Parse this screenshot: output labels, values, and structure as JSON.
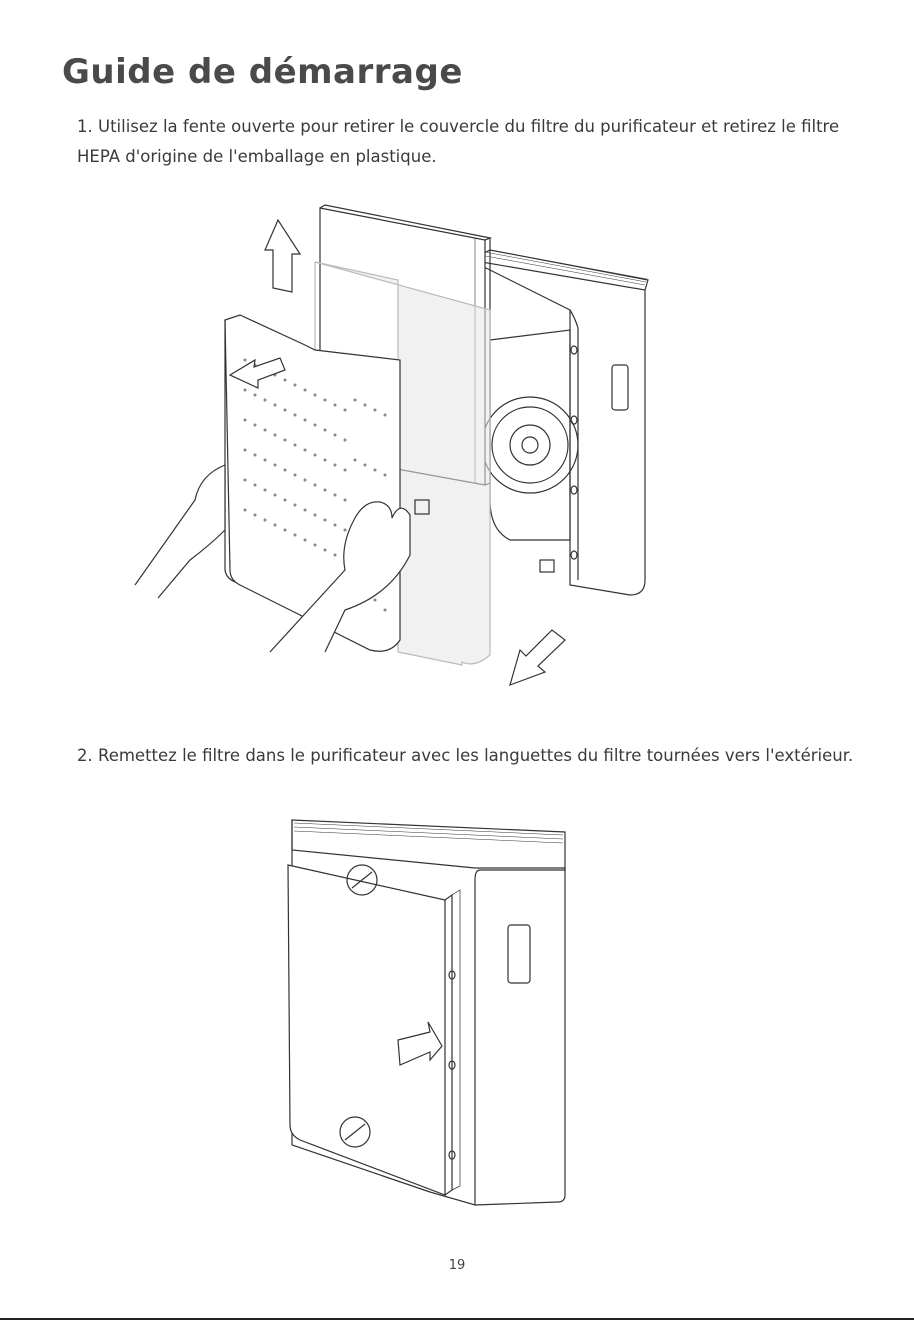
{
  "page": {
    "title": "Guide de démarrage",
    "step1": "1. Utilisez la fente ouverte pour retirer le couvercle du filtre du purificateur et retirez le filtre HEPA d'origine de l'emballage en plastique.",
    "step2": "2. Remettez le filtre dans le purificateur avec les languettes du filtre tournées vers l'extérieur.",
    "page_number": "19"
  },
  "colors": {
    "text": "#3a3a3a",
    "title": "#4a4a4a",
    "line": "#333333"
  }
}
